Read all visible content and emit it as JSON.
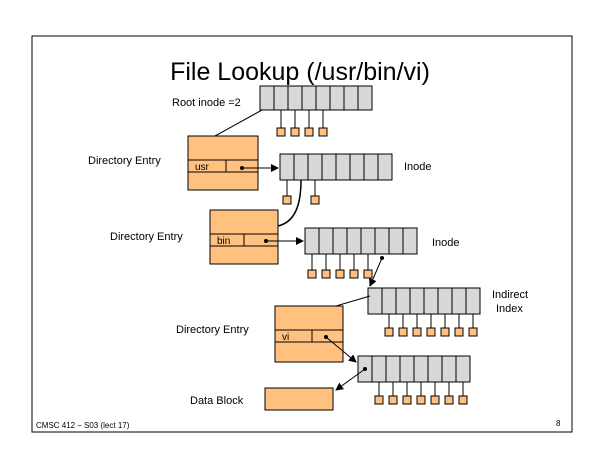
{
  "slide": {
    "title": "File Lookup (/usr/bin/vi)",
    "footer_left": "CMSC 412 – S03 (lect 17)",
    "page_number": "8"
  },
  "labels": {
    "root_inode": "Root inode =2",
    "directory_entry_1": "Directory Entry",
    "directory_entry_2": "Directory Entry",
    "directory_entry_3": "Directory Entry",
    "inode_1": "Inode",
    "inode_2": "Inode",
    "indirect_line1": "Indirect",
    "indirect_line2": "Index",
    "data_block": "Data Block"
  },
  "entries": {
    "usr": "usr",
    "bin": "bin",
    "vi": "vi"
  },
  "colors": {
    "cell_fill": "#d8d8d8",
    "orange_fill": "#ffc080",
    "border": "#000000"
  }
}
